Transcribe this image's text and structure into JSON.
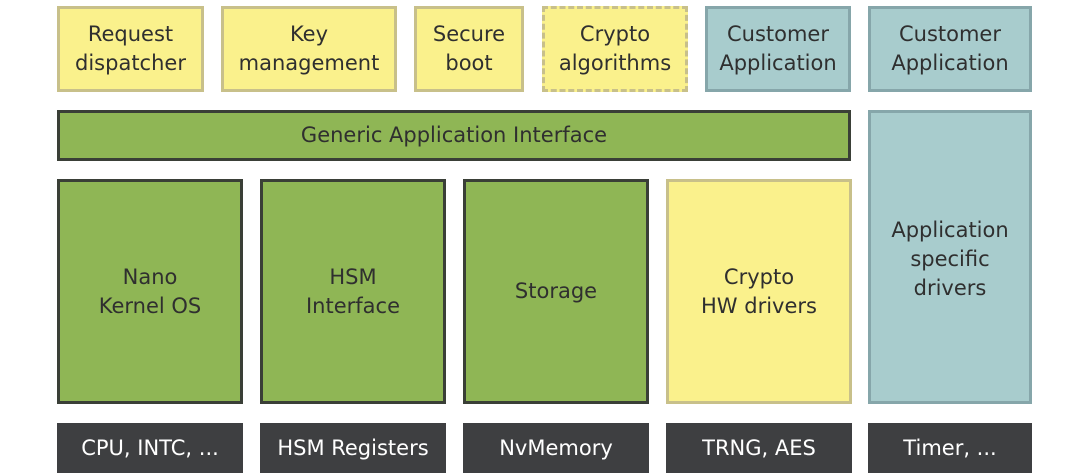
{
  "top_row": [
    {
      "lines": [
        "Request",
        "dispatcher"
      ]
    },
    {
      "lines": [
        "Key",
        "management"
      ]
    },
    {
      "lines": [
        "Secure",
        "boot"
      ]
    },
    {
      "lines": [
        "Crypto",
        "algorithms"
      ]
    },
    {
      "lines": [
        "Customer",
        "Application"
      ]
    },
    {
      "lines": [
        "Customer",
        "Application"
      ]
    }
  ],
  "generic_interface": "Generic Application Interface",
  "middle_row": [
    {
      "lines": [
        "Nano",
        "Kernel OS"
      ]
    },
    {
      "lines": [
        "HSM",
        "Interface"
      ]
    },
    {
      "lines": [
        "Storage"
      ]
    },
    {
      "lines": [
        "Crypto",
        "HW drivers"
      ]
    },
    {
      "lines": [
        "Application",
        "specific",
        "drivers"
      ]
    }
  ],
  "bottom_row": [
    "CPU, INTC, ...",
    "HSM Registers",
    "NvMemory",
    "TRNG, AES",
    "Timer, ..."
  ],
  "colors": {
    "yellow": "#faf18c",
    "teal": "#a8cccd",
    "green": "#8fb655",
    "dark": "#3e3f41"
  }
}
